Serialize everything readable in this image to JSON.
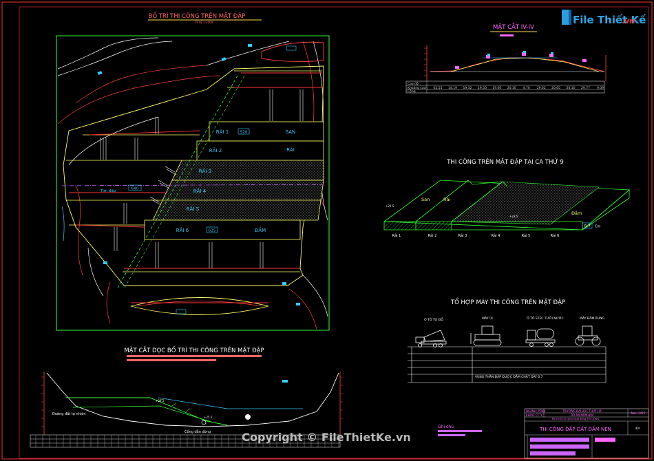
{
  "plan": {
    "title": "BỐ TRÍ THI CÔNG TRÊN MẶT ĐẬP",
    "scale": "TỶ LỆ 1:1000",
    "strips": [
      {
        "left": "RẢI 1",
        "tag": "520",
        "right": "SAN"
      },
      {
        "left": "RẢI 2",
        "tag": "",
        "right": "RẢI"
      },
      {
        "left": "RẢI 3",
        "tag": "",
        "right": ""
      },
      {
        "left": "RẢI 4",
        "tag": "",
        "right": ""
      },
      {
        "left": "RẢI 5",
        "tag": "",
        "right": ""
      },
      {
        "left": "RẢI 6",
        "tag": "625",
        "right": "ĐẦM"
      }
    ],
    "axis_label": "Tim đập",
    "axis_tag": "640"
  },
  "section_iv": {
    "title": "MẶT CẮT IV-IV",
    "row_labels": [
      "Cao độ",
      "Khoảng cách",
      "Cộng"
    ],
    "distances": [
      "62.55",
      "14.19",
      "19.32",
      "19.50",
      "19.00",
      "20.10",
      "4.70",
      "29.62",
      "20.65",
      "20.10",
      "29.77",
      "9.09"
    ]
  },
  "shift": {
    "title": "THI CÔNG TRÊN MẶT ĐẬP TẠI CA THỨ 9",
    "labels_top": [
      "San",
      "Rải"
    ],
    "label_dam": "Đầm",
    "level_left": "+22.5",
    "level_mid": "+23.5",
    "thickness": "0.7",
    "unit": "Cm",
    "bottom": [
      "Rải 1",
      "Rải 2",
      "Rải 3",
      "Rải 4",
      "Rải 5",
      "Rải 6"
    ]
  },
  "machines": {
    "title": "TỔ HỢP MÁY THI CÔNG TRÊN MẶT ĐẬP",
    "names": [
      "Ô TÔ TỰ ĐỔ",
      "MÁY ỦI",
      "Ô TÔ STEC TƯỚI NƯỚC",
      "MÁY ĐẦM RUNG"
    ],
    "zone_note": "VÙNG THÂN ĐẬP ĐƯỢC ĐẦM CHẶT DÀY 0.7"
  },
  "longsection": {
    "title": "MẶT CẮT DỌC BỐ TRÍ THI CÔNG TRÊN MẶT ĐẬP",
    "ground_label": "Đường đất tự nhiên",
    "culvert_label": "Cống dẫn dòng",
    "level_a": "+22.5",
    "level_b": "+25.5"
  },
  "notes_label": "Ghi chú",
  "titleblock": {
    "left_rows": [
      "NGÀNH: PTNN",
      "KHOÁ: CTTL"
    ],
    "school": "TRƯỜNG ĐẠI HỌC THỦY LỢI",
    "project": "ĐỒ ÁN MÔN HỌC",
    "subtitle": "Mô hình thi công hoạt động THI CÔNG",
    "year": "Năm 2015",
    "sheet_title": "THI CÔNG ĐẮP ĐẤT ĐẦM NÉN",
    "sheet_no": "4/4"
  },
  "watermark_logo": {
    "brand": "File Thiết Kế",
    "domain": ".vn"
  },
  "copyright": "Copyright © FileThietKe.vn",
  "colors": {
    "background": "#000000",
    "frame": "#ff3333",
    "green": "#33ff33",
    "yellow": "#ffff66",
    "cyan": "#33ccff",
    "magenta": "#ff66ff"
  }
}
